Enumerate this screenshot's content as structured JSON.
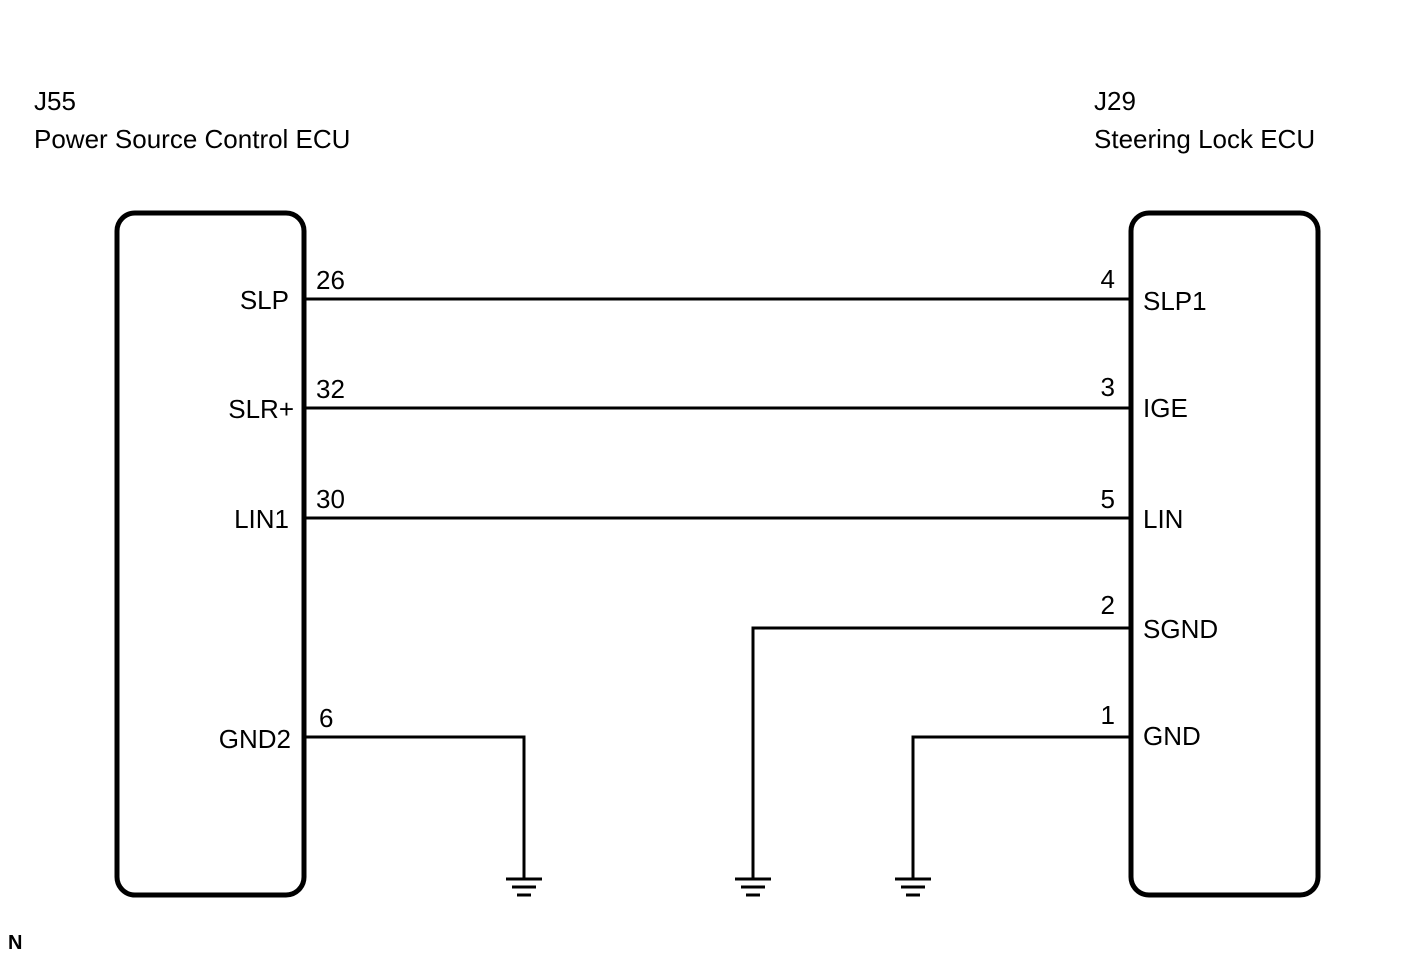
{
  "left_ecu": {
    "connector": "J55",
    "name": "Power Source Control ECU",
    "pins": [
      {
        "terminal": "SLP",
        "number": "26"
      },
      {
        "terminal": "SLR+",
        "number": "32"
      },
      {
        "terminal": "LIN1",
        "number": "30"
      },
      {
        "terminal": "GND2",
        "number": "6"
      }
    ]
  },
  "right_ecu": {
    "connector": "J29",
    "name": "Steering Lock ECU",
    "pins": [
      {
        "terminal": "SLP1",
        "number": "4"
      },
      {
        "terminal": "IGE",
        "number": "3"
      },
      {
        "terminal": "LIN",
        "number": "5"
      },
      {
        "terminal": "SGND",
        "number": "2"
      },
      {
        "terminal": "GND",
        "number": "1"
      }
    ]
  },
  "corner_code": "N"
}
